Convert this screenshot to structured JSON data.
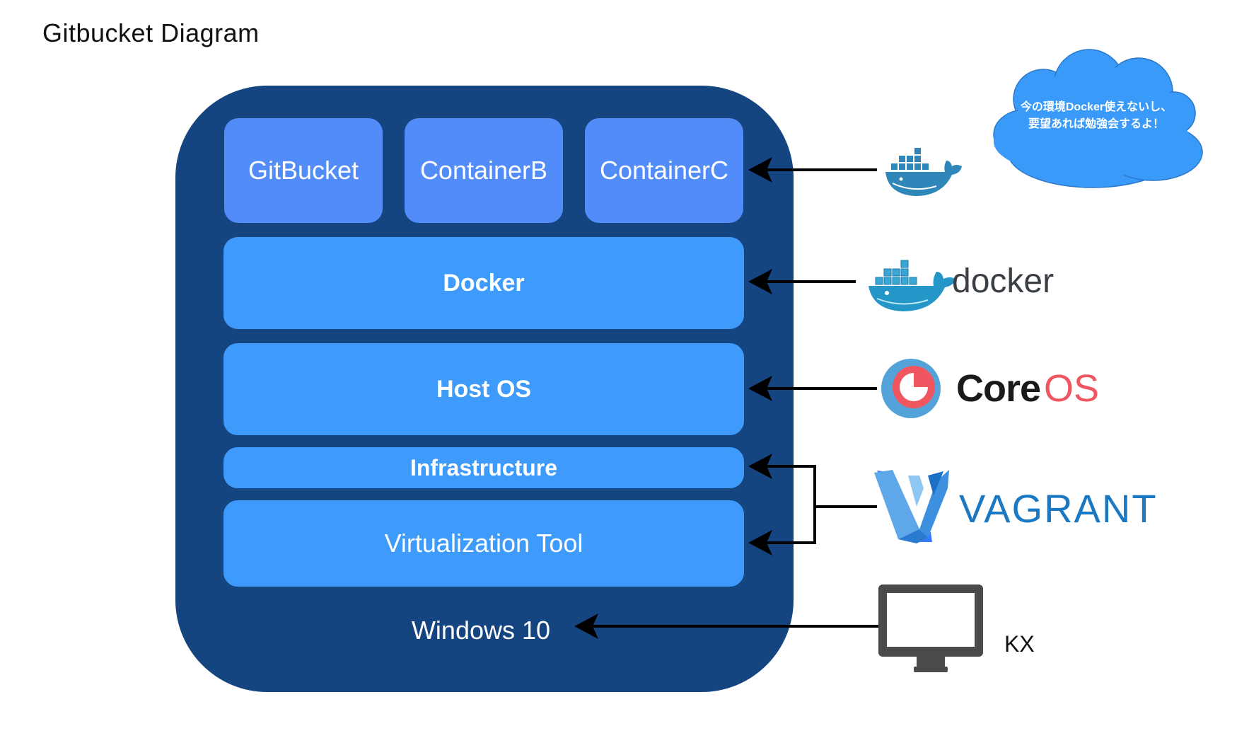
{
  "title": "Gitbucket Diagram",
  "containers": [
    {
      "label": "GitBucket"
    },
    {
      "label": "ContainerB"
    },
    {
      "label": "ContainerC"
    }
  ],
  "layers": {
    "docker": "Docker",
    "host_os": "Host OS",
    "infrastructure": "Infrastructure",
    "virtualization": "Virtualization Tool",
    "windows": "Windows 10"
  },
  "cloud_note": {
    "line1": "今の環境Docker使えないし、",
    "line2": "要望あれば勉強会するよ！"
  },
  "logos": {
    "docker_wordmark": "docker",
    "coreos_core": "Core",
    "coreos_os": "OS",
    "vagrant": "VAGRANT",
    "kx": "KX"
  },
  "colors": {
    "outer": "#154580",
    "container": "#528cf9",
    "layer": "#3e9bfb",
    "cloud": "#3a9af9",
    "docker_blue": "#2496c7",
    "coreos_red": "#f0565f",
    "vagrant_blue": "#1b78c2"
  },
  "icons": [
    "docker-whale-icon",
    "docker-logo-icon",
    "coreos-logo-icon",
    "vagrant-logo-icon",
    "monitor-icon"
  ]
}
